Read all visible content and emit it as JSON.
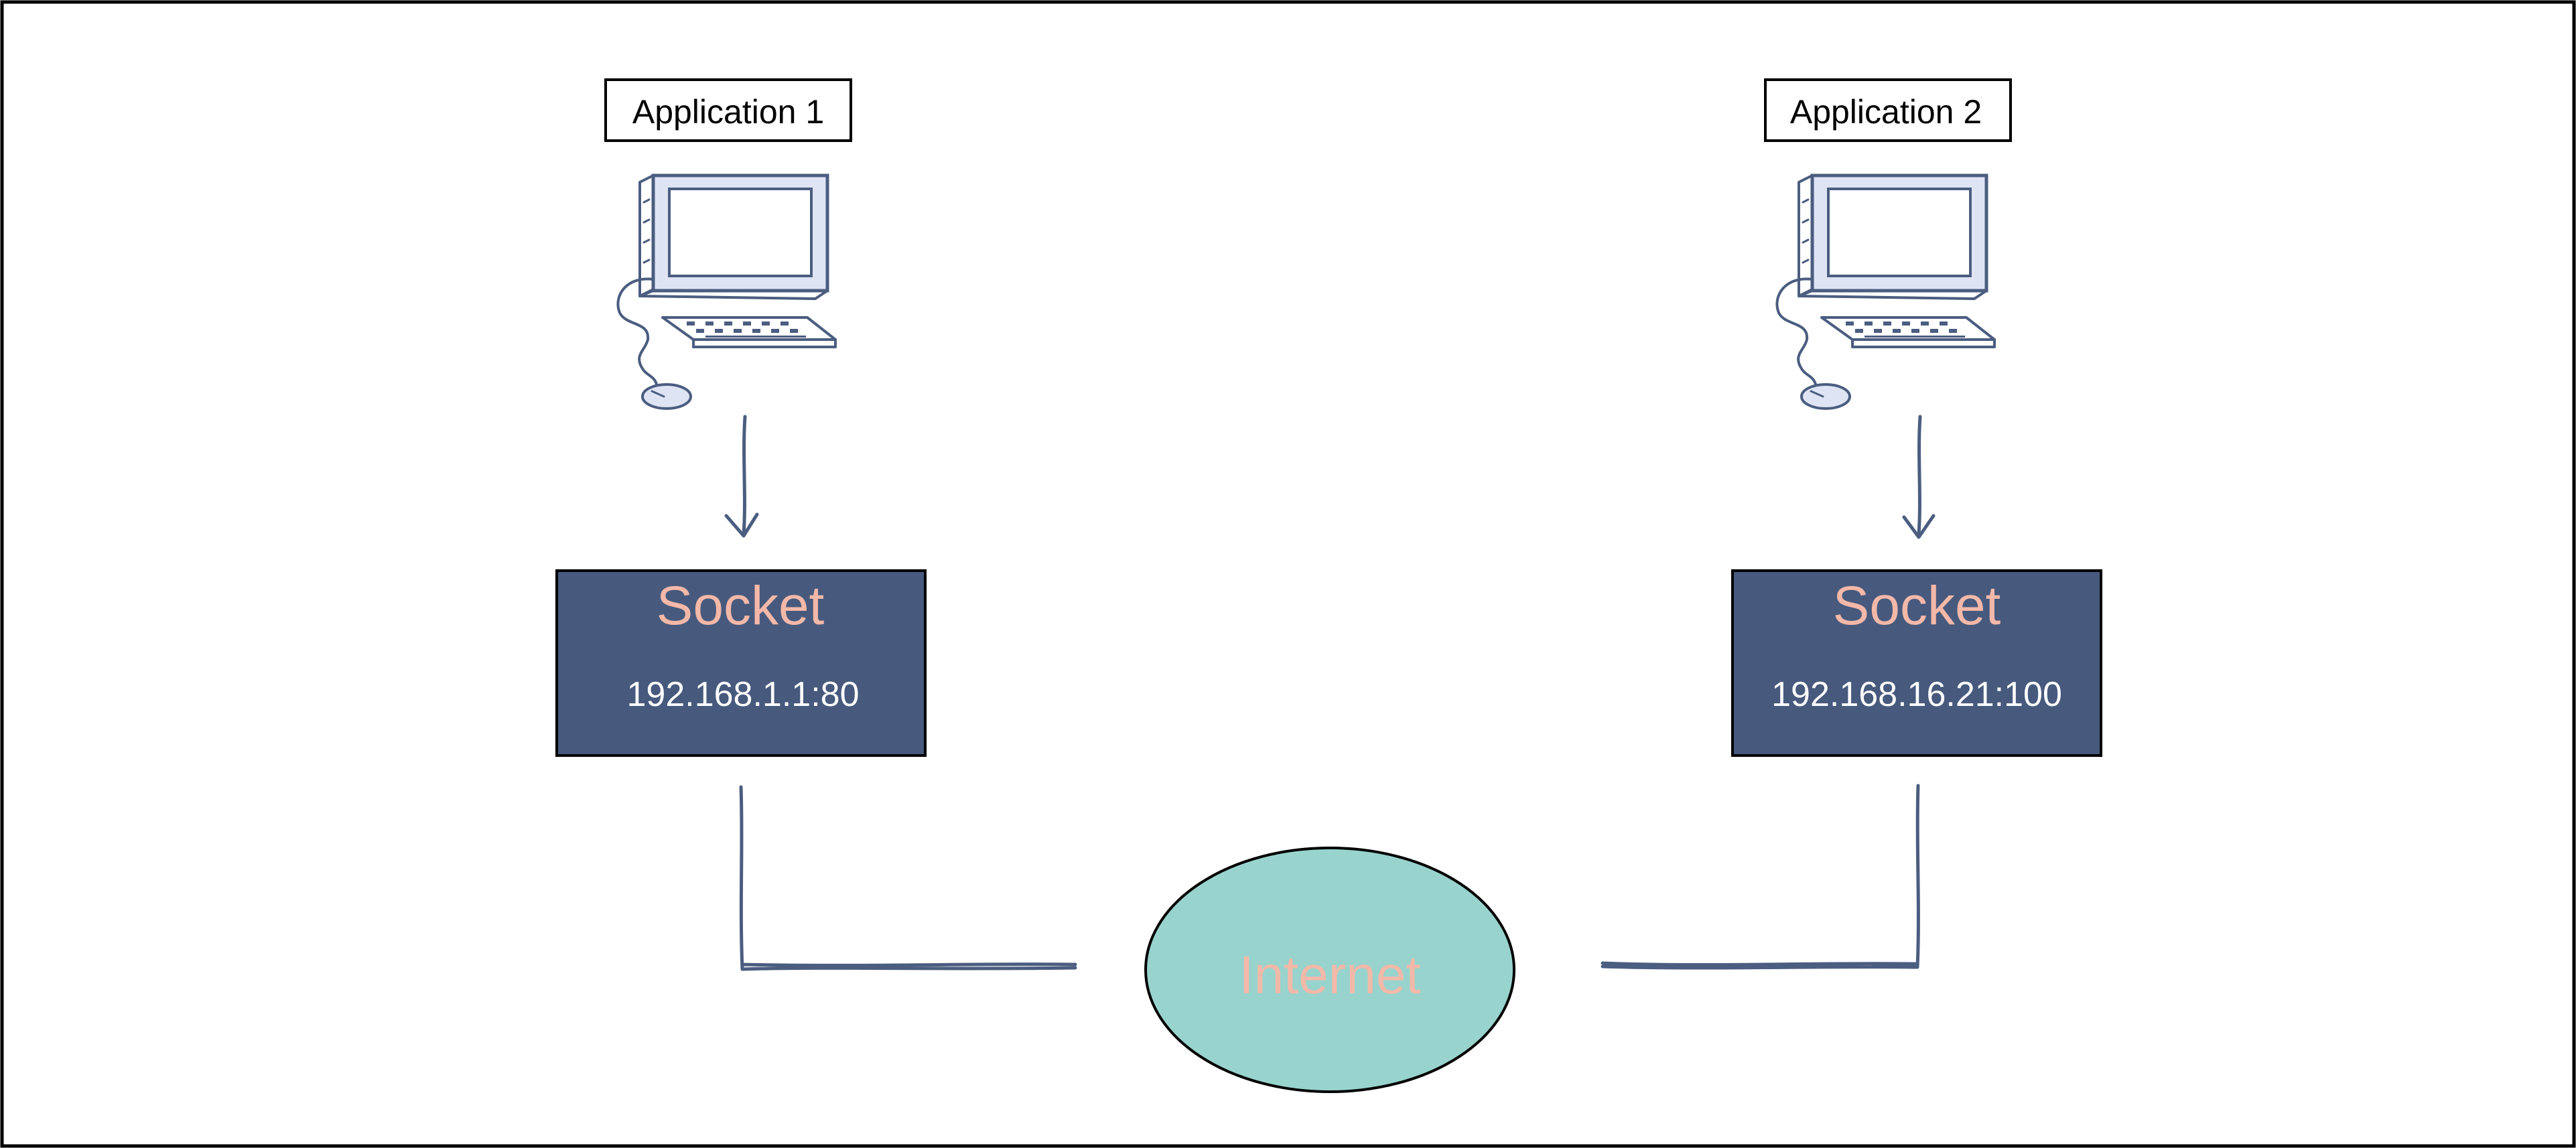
{
  "colors": {
    "socket_fill": "#475a7d",
    "socket_title": "#f4b8a8",
    "internet_fill": "#98d3cd",
    "internet_text": "#f3b9a8",
    "connector": "#4b5d80",
    "computer_fill": "#dfe4f5",
    "computer_stroke": "#4b5d80"
  },
  "apps": [
    {
      "label": "Application 1",
      "icon": "desktop-computer-icon",
      "socket": {
        "title": "Socket",
        "address": "192.168.1.1:80"
      }
    },
    {
      "label": "Application 2",
      "icon": "desktop-computer-icon",
      "socket": {
        "title": "Socket",
        "address": "192.168.16.21:100"
      }
    }
  ],
  "network": {
    "label": "Internet"
  }
}
